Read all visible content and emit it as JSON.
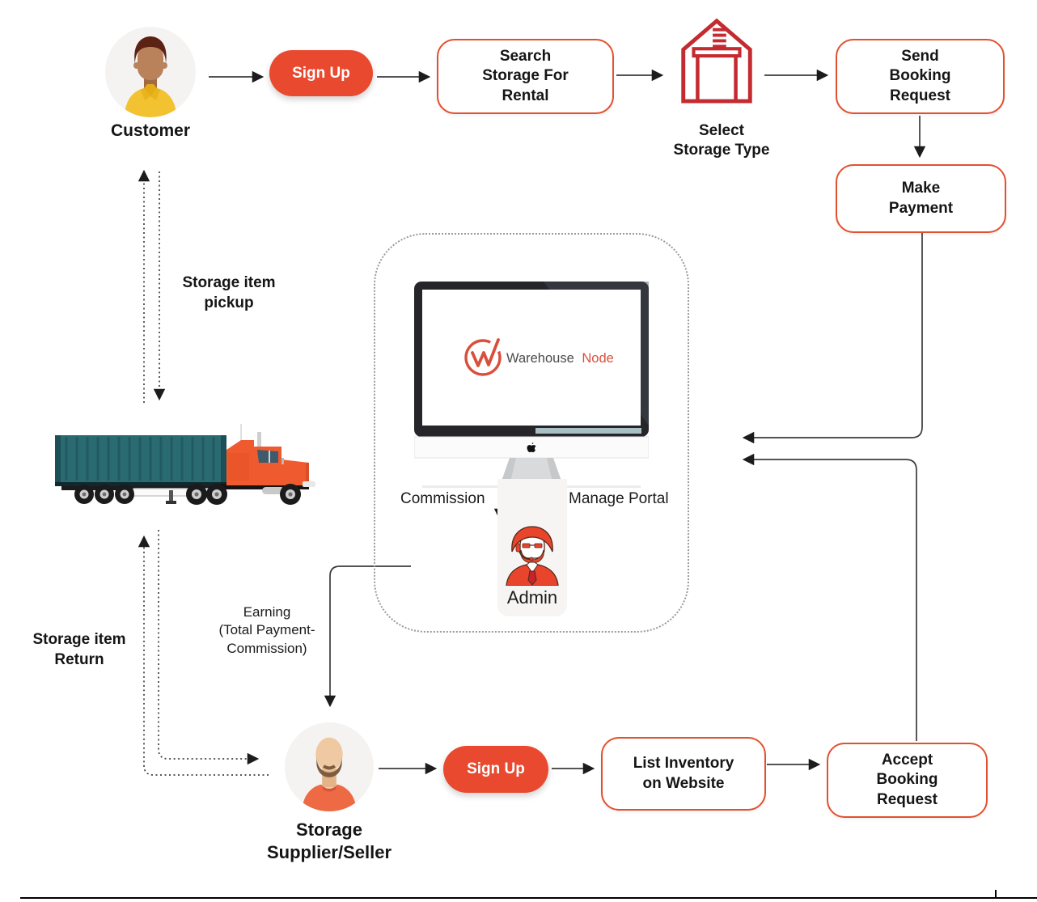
{
  "palette": {
    "accent_button": "#E8492F",
    "box_border": "#E2502F",
    "garage_red": "#C42B30",
    "logo_red": "#D8503C",
    "logo_gray": "#4a4a4a",
    "truck_teal": "#2A6B72",
    "truck_orange": "#EF5B2E",
    "connector": "#3b3b3b",
    "dashed_gray": "#9a9a9a"
  },
  "flow": {
    "customer": "Customer",
    "signup_top": "Sign Up",
    "search_storage": "Search\nStorage For\nRental",
    "select_storage_type": "Select\nStorage Type",
    "send_booking": "Send\nBooking\nRequest",
    "make_payment": "Make\nPayment",
    "storage_item_pickup": "Storage item\npickup",
    "storage_item_return": "Storage item\nReturn",
    "earning": "Earning\n(Total Payment-\nCommission)",
    "commission": "Commission",
    "manage_portal": "Manage Portal",
    "admin": "Admin",
    "supplier": "Storage\nSupplier/Seller",
    "signup_bottom": "Sign Up",
    "list_inventory": "List Inventory\non Website",
    "accept_booking": "Accept\nBooking\nRequest"
  },
  "logo": {
    "primary": "Warehouse",
    "secondary": "Node"
  },
  "icons": {
    "customer-avatar": "person-yellow-shirt",
    "supplier-avatar": "person-orange-shirt",
    "garage-icon": "storage-garage-outline",
    "truck-icon": "container-semi-truck",
    "monitor-icon": "imac-monitor",
    "apple-logo-icon": "apple",
    "logo-mark-icon": "w-check-circle",
    "admin-icon": "admin-support-figure"
  }
}
